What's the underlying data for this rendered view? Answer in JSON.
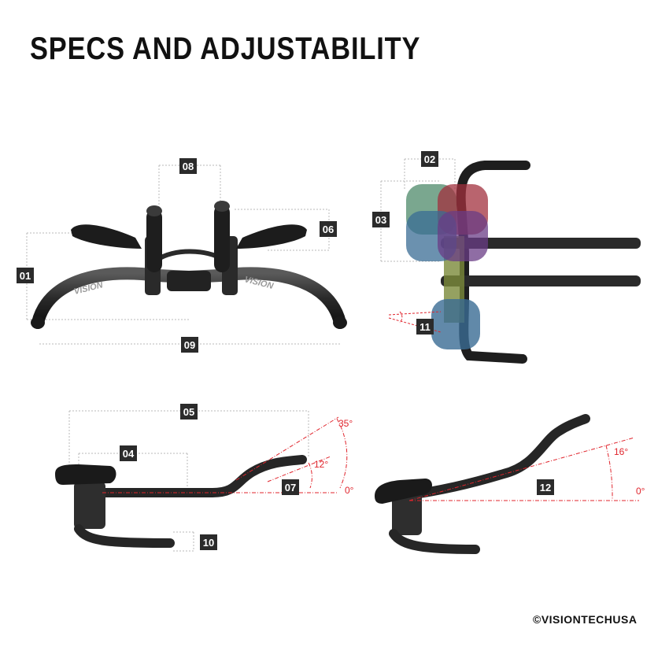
{
  "title": "SPECS AND ADJUSTABILITY",
  "copyright": "©VISIONTECHUSA",
  "brand_mark": "VISION",
  "colors": {
    "badge": "#2b2b2b",
    "dimension_line": "#b8b8b8",
    "angle_line": "#e0242c",
    "carbon": "#2a2a2a",
    "pad_green": "#4e8a6a",
    "pad_red": "#a2303e",
    "pad_blue": "#3a6c94",
    "pad_purple": "#6a3c86"
  },
  "labels": {
    "front_view": [
      "01",
      "06",
      "08",
      "09"
    ],
    "top_view": [
      "02",
      "03",
      "11"
    ],
    "side_view_left": [
      "04",
      "05",
      "07",
      "10"
    ],
    "side_view_right": [
      "12"
    ]
  },
  "angles": {
    "left": [
      "35°",
      "12°",
      "0°"
    ],
    "right": [
      "16°",
      "0°"
    ]
  }
}
